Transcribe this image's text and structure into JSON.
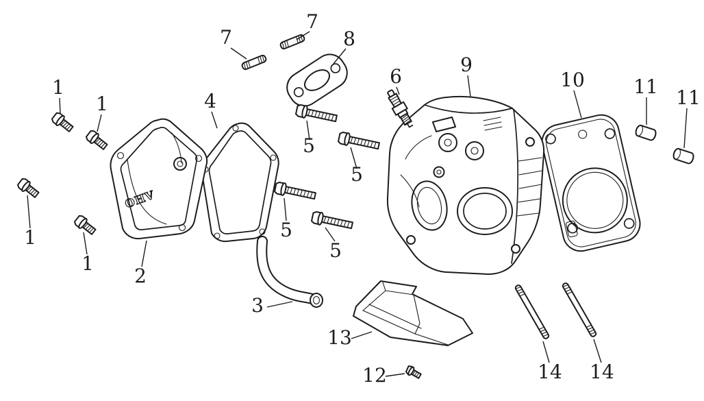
{
  "colors": {
    "ink": "#1c1c1c",
    "paper": "#ffffff"
  },
  "diagram": {
    "cover_text": "OHV",
    "callouts": [
      "7",
      "7",
      "8",
      "6",
      "9",
      "10",
      "11",
      "11",
      "1",
      "1",
      "4",
      "5",
      "5",
      "1",
      "1",
      "5",
      "5",
      "2",
      "3",
      "13",
      "12",
      "14",
      "14"
    ]
  }
}
